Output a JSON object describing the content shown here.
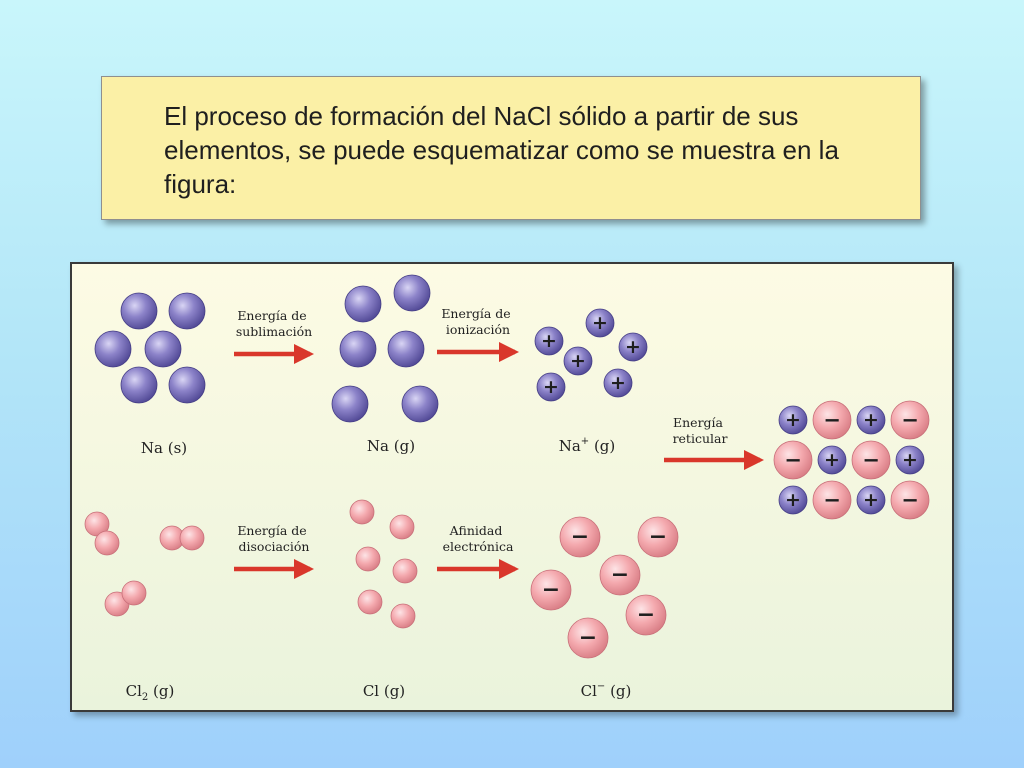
{
  "intro_text": "El proceso de formación del NaCl sólido a partir de sus elementos, se puede esquematizar como se muestra en la figura:",
  "arrows": {
    "sublimation": [
      "Energía de",
      "sublimación"
    ],
    "ionization": [
      "Energía de",
      "ionización"
    ],
    "lattice": [
      "Energía",
      "reticular"
    ],
    "dissociation": [
      "Energía de",
      "disociación"
    ],
    "affinity": [
      "Afinidad",
      "electrónica"
    ]
  },
  "species": {
    "na_s": "Na (s)",
    "na_g": "Na (g)",
    "na_plus": {
      "base": "Na",
      "sup": "+",
      "suffix": " (g)"
    },
    "cl2_g": {
      "base": "Cl",
      "sub": "2",
      "suffix": " (g)"
    },
    "cl_g": "Cl (g)",
    "cl_minus": {
      "base": "Cl",
      "sup": "−",
      "suffix": " (g)"
    }
  },
  "signs": {
    "plus": "+",
    "minus": "−"
  },
  "colors": {
    "sodium": "#7b72bd",
    "chlorine": "#f4a6ac",
    "arrow": "#d9372b"
  }
}
